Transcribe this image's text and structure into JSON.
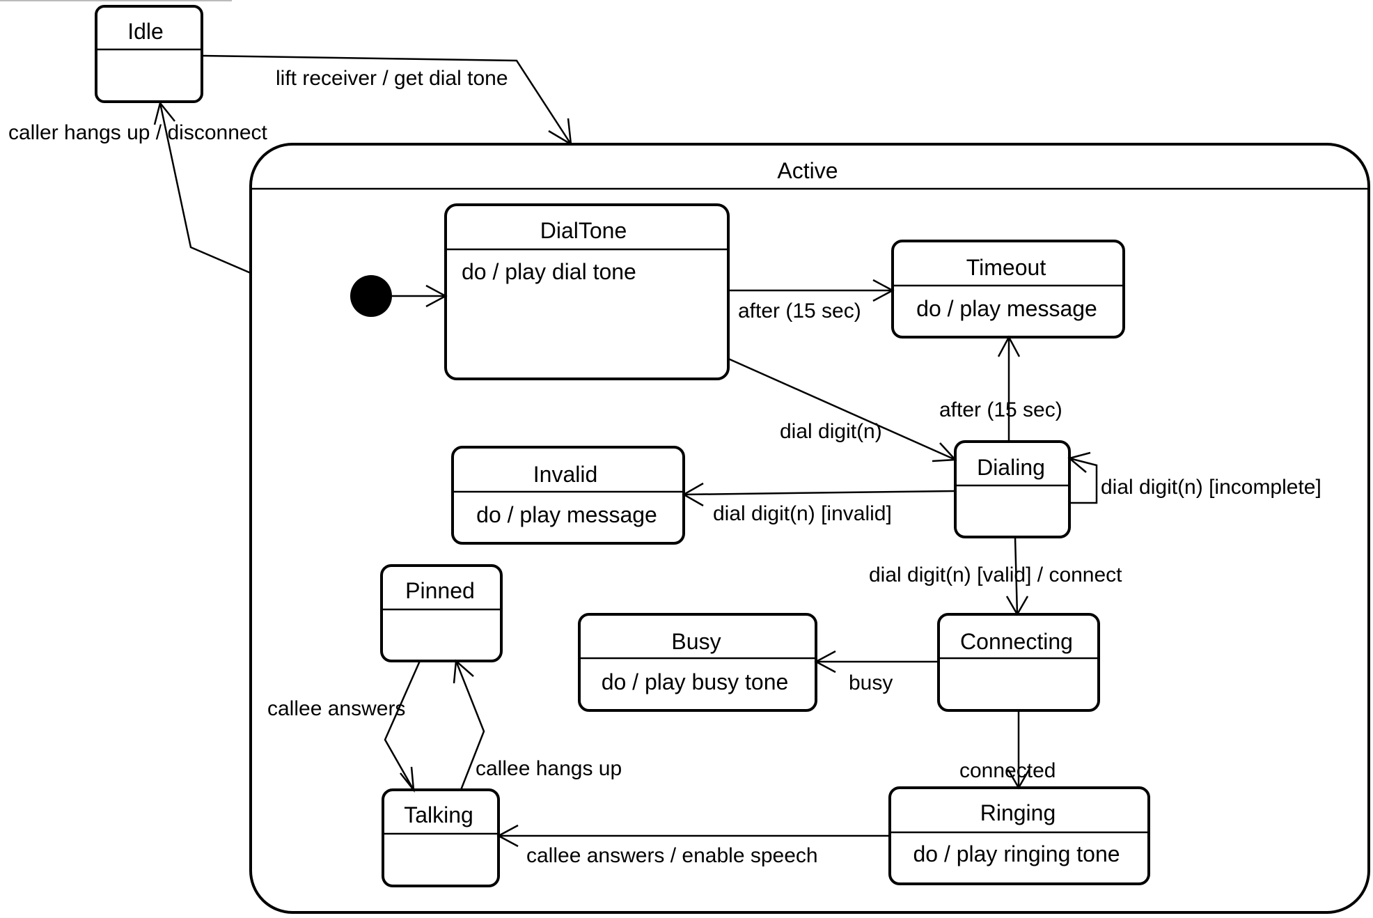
{
  "states": {
    "idle": "Idle",
    "active": "Active",
    "dialtone": {
      "name": "DialTone",
      "activity": "do / play dial tone"
    },
    "timeout": {
      "name": "Timeout",
      "activity": "do / play message"
    },
    "dialing": {
      "name": "Dialing"
    },
    "invalid": {
      "name": "Invalid",
      "activity": "do / play message"
    },
    "pinned": {
      "name": "Pinned"
    },
    "busy": {
      "name": "Busy",
      "activity": "do / play busy tone"
    },
    "connecting": {
      "name": "Connecting"
    },
    "talking": {
      "name": "Talking"
    },
    "ringing": {
      "name": "Ringing",
      "activity": "do / play ringing tone"
    }
  },
  "transitions": {
    "lift_receiver": "lift receiver / get dial tone",
    "caller_hangs_up": "caller hangs up / disconnect",
    "dialtone_after": "after (15 sec)",
    "dialtone_digit": "dial digit(n)",
    "dialing_after": "after (15 sec)",
    "dialing_incomplete": "dial digit(n) [incomplete]",
    "dialing_invalid": "dial digit(n) [invalid]",
    "dialing_valid": "dial digit(n) [valid] / connect",
    "busy": "busy",
    "connected": "connected",
    "callee_answers_speech": "callee answers / enable speech",
    "callee_answers": "callee answers",
    "callee_hangs_up": "callee hangs up"
  }
}
